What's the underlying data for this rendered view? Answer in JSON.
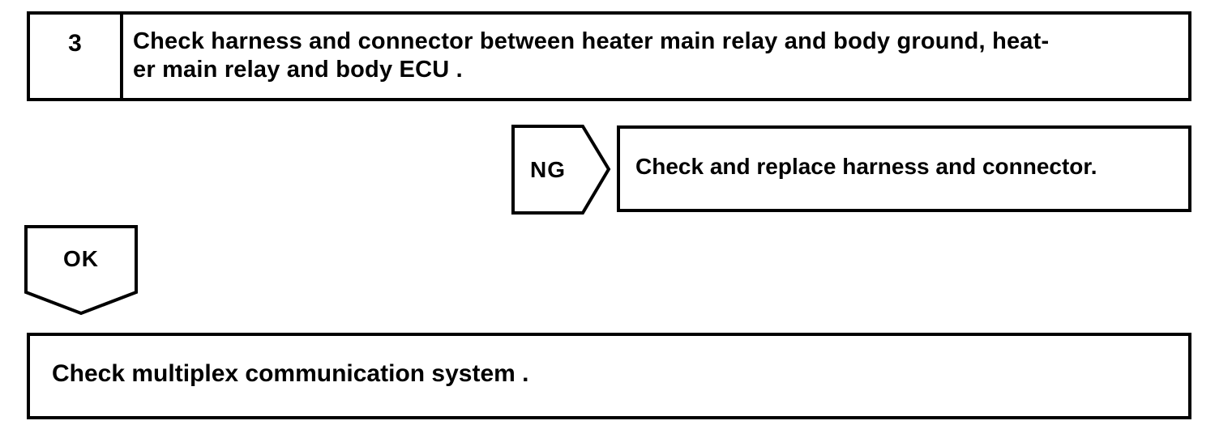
{
  "colors": {
    "ink": "#000000",
    "paper": "#ffffff"
  },
  "flowchart": {
    "step": {
      "number": "3",
      "instruction_lines": [
        "Check harness and connector between heater main relay and body ground, heat-",
        "er main relay and body ECU ."
      ]
    },
    "ng_branch": {
      "connector_label": "NG",
      "action": "Check and replace harness and connector."
    },
    "ok_branch": {
      "connector_label": "OK"
    },
    "result": {
      "text": "Check multiplex communication system ."
    }
  }
}
